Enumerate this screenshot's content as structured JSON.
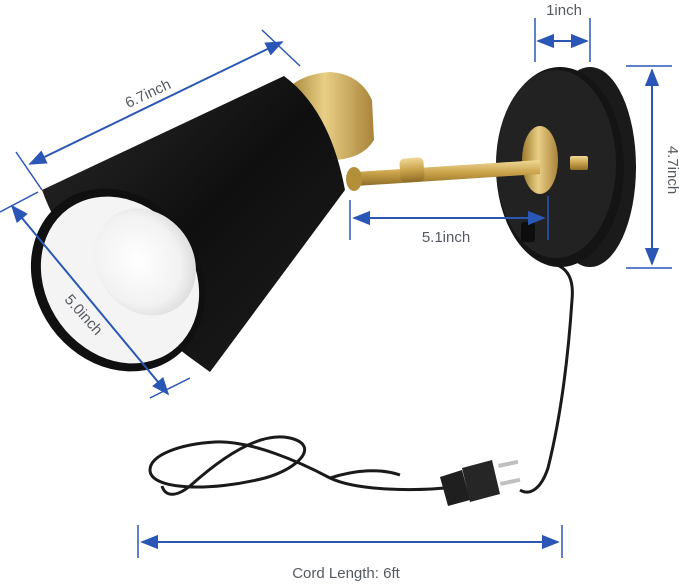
{
  "product": {
    "type": "plug-in wall sconce",
    "shade_color": "#111111",
    "shade_inner_color": "#ffffff",
    "accent_color": "#c9a24a",
    "cord_color": "#1a1a1a",
    "dimension_color": "#2a57b5"
  },
  "dimensions": {
    "base_depth": "1inch",
    "shade_length": "6.7inch",
    "base_height": "4.7inch",
    "arm_length": "5.1inch",
    "shade_diameter": "5.0inch",
    "cord_length": "Cord Length: 6ft"
  }
}
